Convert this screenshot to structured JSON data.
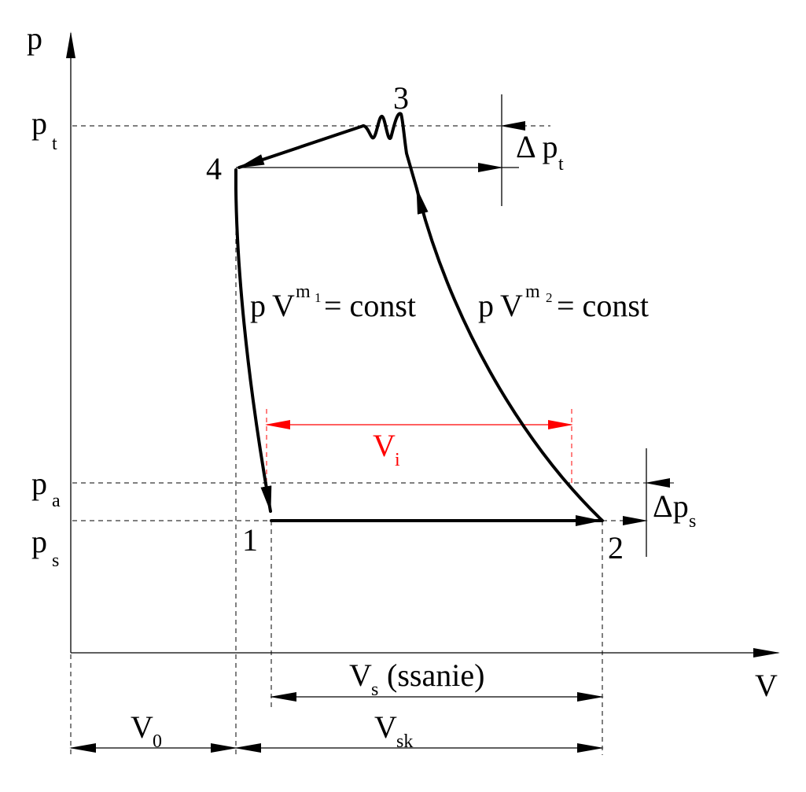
{
  "axes": {
    "p_label": "p",
    "v_label": "V"
  },
  "pressure_labels": {
    "pt_main": "p",
    "pt_sub": "t",
    "pa_main": "p",
    "pa_sub": "a",
    "ps_main": "p",
    "ps_sub": "s"
  },
  "points": {
    "p1": "1",
    "p2": "2",
    "p3": "3",
    "p4": "4"
  },
  "deltas": {
    "dpt_main": "Δ p",
    "dpt_sub": "t",
    "dps_main": "Δp",
    "dps_sub": "s"
  },
  "curves": {
    "expansion": {
      "p": "p",
      "v": "V",
      "exp_main": "m",
      "exp_sub": "1",
      "rhs": "= const"
    },
    "compression": {
      "p": "p",
      "v": "V",
      "exp_main": "m",
      "exp_sub": "2",
      "rhs": "= const"
    }
  },
  "volumes": {
    "vi_main": "V",
    "vi_sub": "i",
    "vs_main": "V",
    "vs_sub": "s",
    "vs_note": "(ssanie)",
    "v0_main": "V",
    "v0_sub": "0",
    "vsk_main": "V",
    "vsk_sub": "sk"
  },
  "colors": {
    "line": "#000000",
    "accent": "#ff0000",
    "background": "#ffffff"
  }
}
